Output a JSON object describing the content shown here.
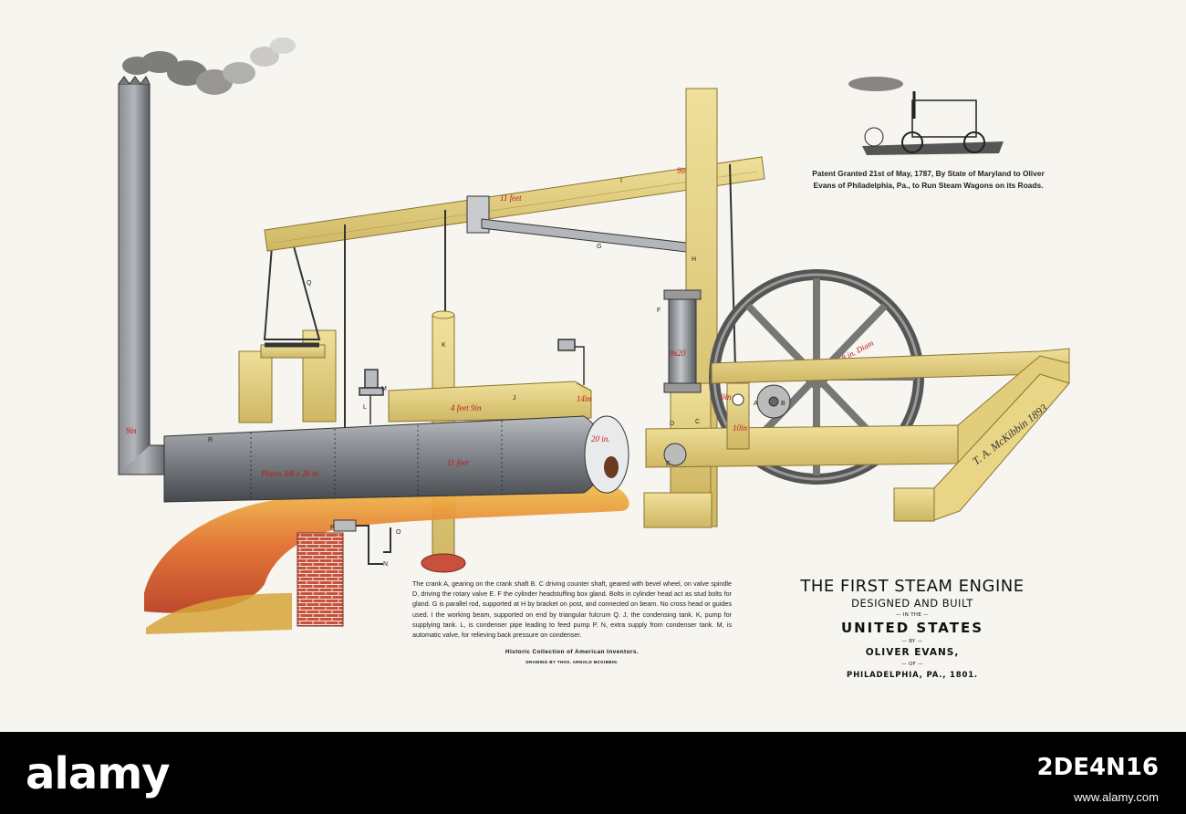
{
  "caption": "The crank A, gearing on the crank shaft B.  C driving counter shaft, geared with bevel wheel, on valve spindle D, driving the rotary valve E.  F the cylinder headstuffing box gland. Bolts in cylinder head act as stud bolts for gland.  G is parallel rod, supported at H by bracket on post, and connected on beam.  No cross head or guides used.  I the working beam, supported on end by triangular fulcrum Q.  J, the condensing tank.  K, pump for supplying tank.  L, is condenser pipe leading to feed pump P.  N, extra supply from condenser tank. M, is automatic valve, for relieving back pressure on condenser.",
  "collection": "Historic Collection of American Inventors.",
  "drawing_by": "DRAWING BY THOS. ARNOLD MCKIBBIN.",
  "patent_note": "Patent Granted 21st of May, 1787, By State of Maryland to Oliver Evans of Philadelphia, Pa., to Run Steam Wagons on its Roads.",
  "title": {
    "line1": "THE FIRST STEAM ENGINE",
    "line2": "DESIGNED AND BUILT",
    "line3": "— IN THE —",
    "line4": "UNITED STATES",
    "line5": "— BY —",
    "line6": "OLIVER EVANS,",
    "line7": "— OF —",
    "line8": "PHILADELPHIA, PA., 1801."
  },
  "signature": "T. A. McKibbin 1893",
  "diagram_labels": {
    "beam": "I",
    "beam_length": "11 feet",
    "beam_mid": "9in",
    "parallel_rod": "G",
    "bracket": "H",
    "fulcrum": "Q",
    "cylinder": "F",
    "cylinder_size": "9x20",
    "pump": "K",
    "tank": "J",
    "tank_length": "4 feet 9in",
    "tank_depth": "14in",
    "condenser_pipe": "L",
    "valve": "M",
    "feed_pump": "P",
    "supply": "N",
    "supply_o": "O",
    "crank": "A",
    "crank_shaft": "B",
    "counter_shaft": "C",
    "valve_spindle": "D",
    "rotary_valve": "E",
    "flywheel_diam": "5 feet 8 in. Diam",
    "boiler": "R",
    "boiler_plates": "Plates 3/8 x 26 in",
    "boiler_length": "11 feet",
    "flue": "20 in.",
    "chimney": "9in",
    "stroke": "10in",
    "post_mark": "9in"
  },
  "watermark": {
    "logo": "alamy",
    "image_id": "2DE4N16",
    "url": "www.alamy.com"
  }
}
